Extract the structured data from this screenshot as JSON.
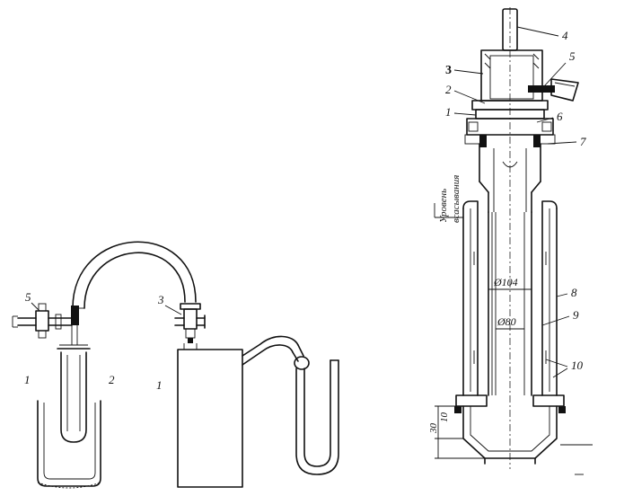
{
  "left_figure": {
    "labels": [
      "5",
      "3",
      "1",
      "2",
      "1"
    ]
  },
  "right_figure": {
    "labels": [
      "4",
      "3",
      "5",
      "2",
      "1",
      "6",
      "7",
      "8",
      "9",
      "10"
    ],
    "dimensions": {
      "d_outer": "Ø104",
      "d_inner": "Ø80",
      "h_ten": "10",
      "h_thirty": "30"
    },
    "level_text_1": "Уровень",
    "level_text_2": "всасывания"
  }
}
